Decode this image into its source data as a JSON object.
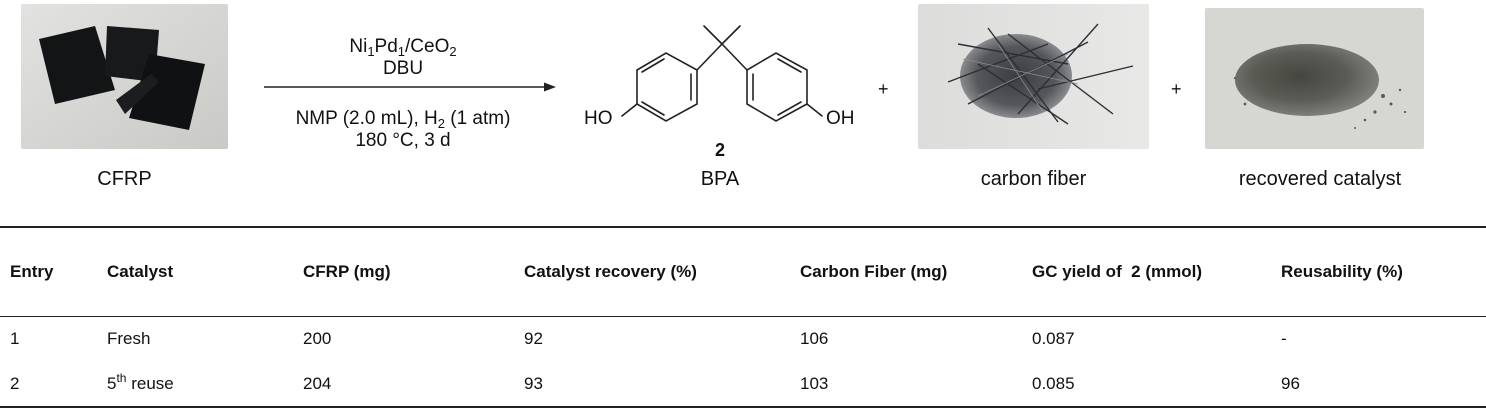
{
  "scheme": {
    "reactant_label": "CFRP",
    "conditions_above": {
      "catalyst_prefix": "Ni",
      "catalyst_sub1": "1",
      "catalyst_mid": "Pd",
      "catalyst_sub2": "1",
      "catalyst_support": "/CeO",
      "catalyst_sub3": "2",
      "base": "DBU"
    },
    "conditions_below": {
      "solvent_part": "NMP (2.0 mL), H",
      "h2_sub": "2",
      "pressure": " (1 atm)",
      "temp_time": "180 °C, 3 d"
    },
    "product": {
      "ho_left": "HO",
      "oh_right": "OH",
      "number": "2",
      "name": "BPA"
    },
    "plus_1": "+",
    "plus_2": "+",
    "carbon_fiber_label": "carbon fiber",
    "recovered_catalyst_label": "recovered catalyst"
  },
  "table": {
    "headers": [
      "Entry",
      "Catalyst",
      "CFRP (mg)",
      "Catalyst recovery (%)",
      "Carbon Fiber (mg)",
      "GC yield of  2 (mmol)",
      "Reusability (%)"
    ],
    "rows": [
      {
        "entry": "1",
        "catalyst": "Fresh",
        "catalyst_sup": "",
        "catalyst_tail": "",
        "cfrp": "200",
        "recovery": "92",
        "fiber": "106",
        "yield": "0.087",
        "reuse": "-"
      },
      {
        "entry": "2",
        "catalyst": "5",
        "catalyst_sup": "th",
        "catalyst_tail": " reuse",
        "cfrp": "204",
        "recovery": "93",
        "fiber": "103",
        "yield": "0.085",
        "reuse": "96"
      }
    ]
  }
}
